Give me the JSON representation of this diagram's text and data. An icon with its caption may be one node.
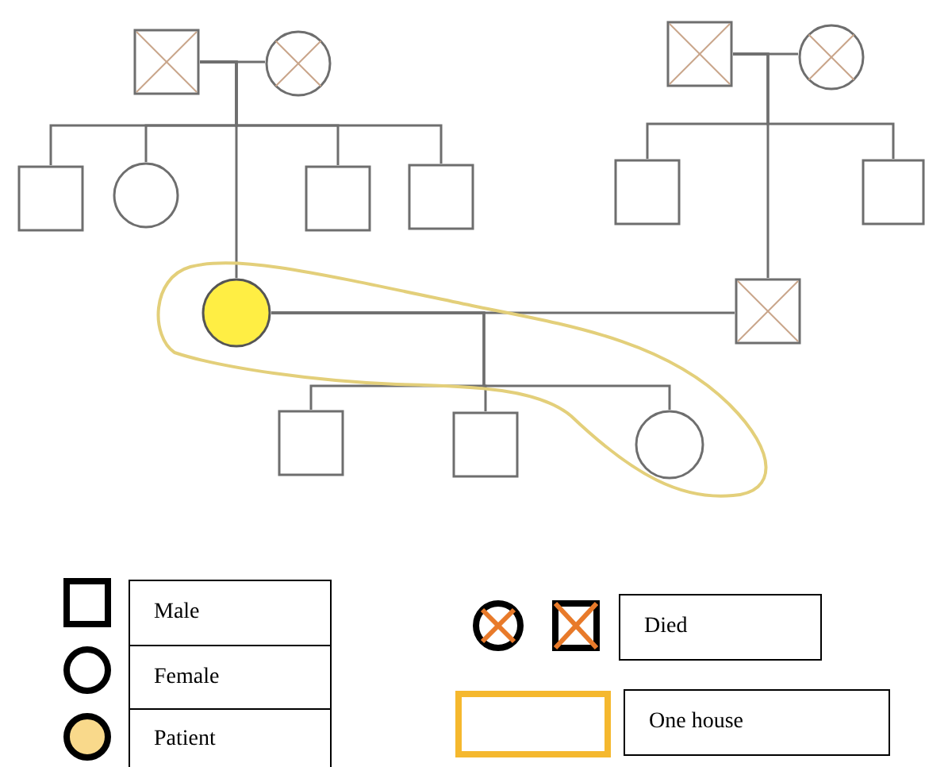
{
  "diagram": {
    "nodes": [
      {
        "text": [],
        "shape": "box"
      },
      {
        "text": [],
        "shape": "circle"
      },
      {
        "text": [],
        "shape": "box"
      },
      {
        "text": [],
        "shape": "circle"
      },
      {
        "text": [],
        "shape": "box"
      },
      {
        "text": [],
        "shape": "circle"
      },
      {
        "text": [],
        "shape": "box"
      },
      {
        "text": [],
        "shape": "box"
      },
      {
        "text": [],
        "shape": "box"
      },
      {
        "text": [],
        "shape": "box"
      },
      {
        "text": [],
        "shape": "circle"
      },
      {
        "text": [],
        "shape": "box"
      },
      {
        "text": [],
        "shape": "box"
      },
      {
        "text": [],
        "shape": "box"
      },
      {
        "text": [],
        "shape": "circle"
      }
    ],
    "edges": [
      {
        "from": 0,
        "to": 1,
        "arrow": "none"
      },
      {
        "from": 0,
        "to": 4,
        "arrow": "none"
      },
      {
        "from": 0,
        "to": 5,
        "arrow": "none"
      },
      {
        "from": 0,
        "to": 6,
        "arrow": "none"
      },
      {
        "from": 0,
        "to": 7,
        "arrow": "none"
      },
      {
        "from": 0,
        "to": 10,
        "arrow": "none"
      },
      {
        "from": 2,
        "to": 3,
        "arrow": "none"
      },
      {
        "from": 2,
        "to": 8,
        "arrow": "none"
      },
      {
        "from": 2,
        "to": 9,
        "arrow": "none"
      },
      {
        "from": 2,
        "to": 11,
        "arrow": "none"
      },
      {
        "from": 10,
        "to": 11,
        "arrow": "none"
      },
      {
        "from": 10,
        "to": 12,
        "arrow": "none"
      },
      {
        "from": 10,
        "to": 13,
        "arrow": "none"
      },
      {
        "from": 10,
        "to": 14,
        "arrow": "none"
      }
    ],
    "legend": [
      {
        "text": "Male"
      },
      {
        "text": "Female"
      },
      {
        "text": "Patient",
        "color": "#f9d98b"
      },
      {
        "text": "Died"
      },
      {
        "text": "One house",
        "color": "#f5b82e"
      }
    ]
  }
}
